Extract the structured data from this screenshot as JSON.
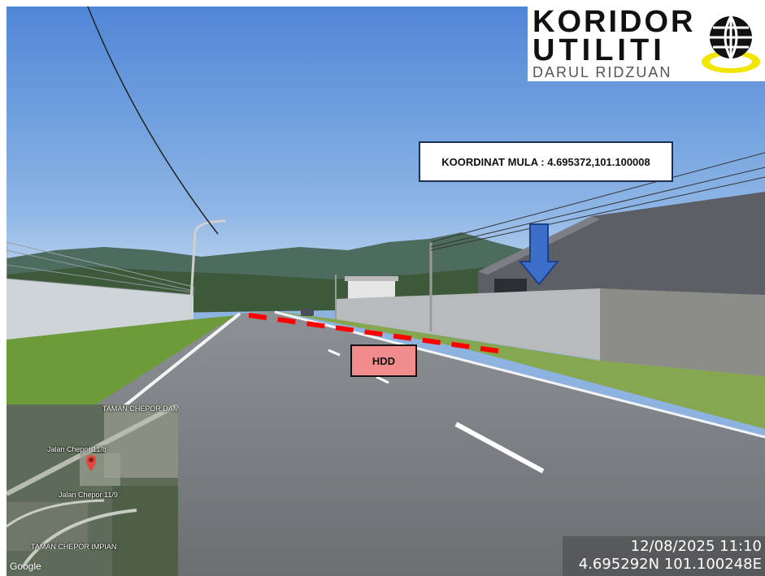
{
  "logo": {
    "line1": "KORIDOR",
    "line2": "UTILITI",
    "line3": "DARUL RIDZUAN"
  },
  "annotations": {
    "koordinat_label": "KOORDINAT MULA : 4.695372,101.100008",
    "hdd_label": "HDD",
    "route_color": "#ff0000",
    "arrow_color": "#3b6fc9"
  },
  "minimap": {
    "labels": [
      "TAMAN CHEPOR DAMAI",
      "Jalan Chepor 11/8",
      "Jalan Chepor 11/9",
      "TAMAN CHEPOR IMPIAN"
    ],
    "attribution": "Google",
    "pin_icon": "map-pin-icon"
  },
  "timestamp": {
    "datetime": "12/08/2025 11:10",
    "gps": "4.695292N 101.100248E"
  }
}
